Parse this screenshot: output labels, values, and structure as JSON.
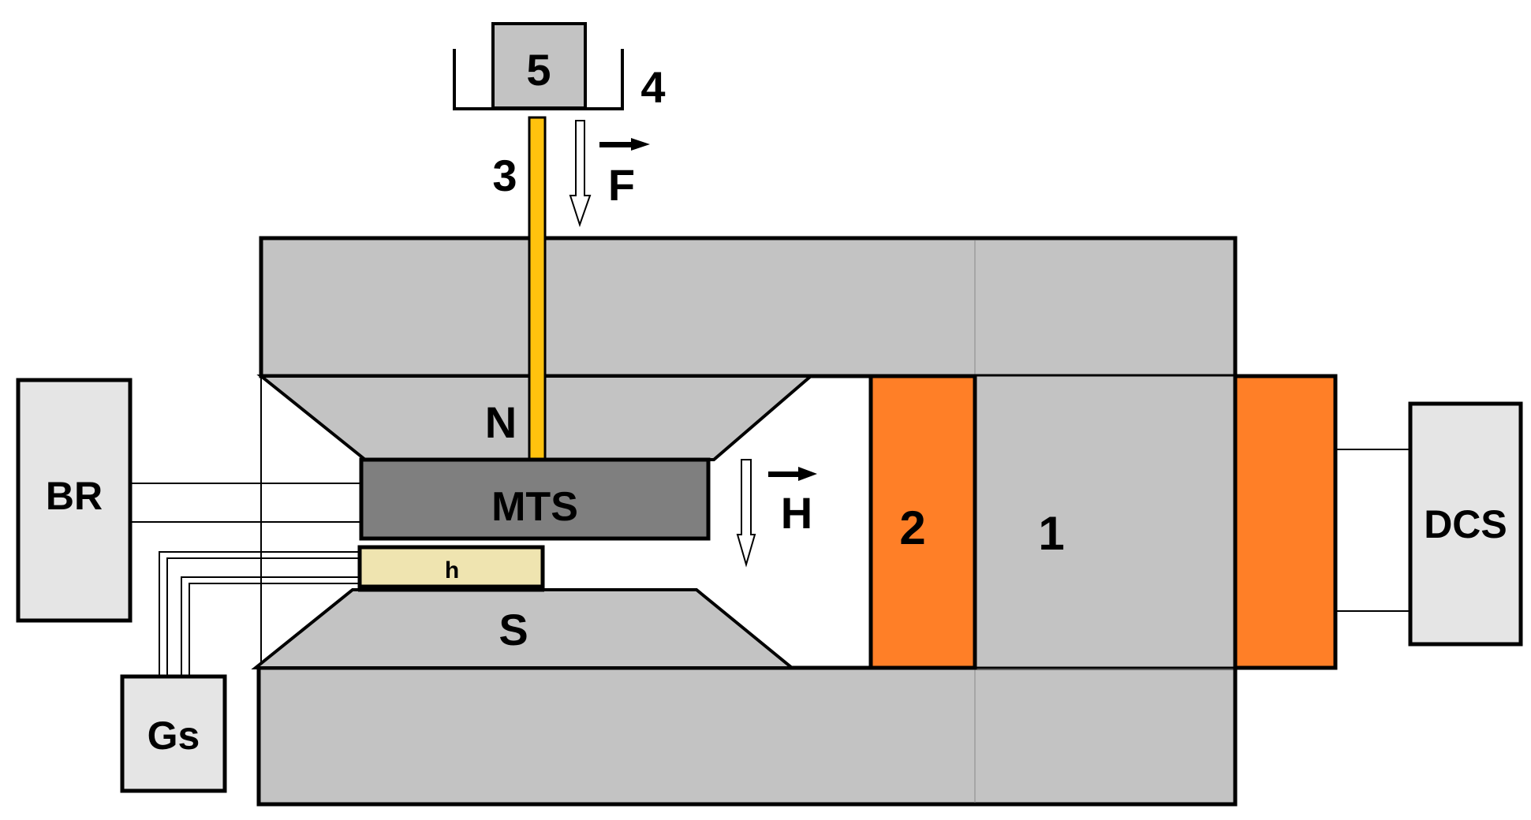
{
  "labels": {
    "load": "5",
    "cup": "4",
    "rod": "3",
    "force": "F",
    "field": "H",
    "coil": "2",
    "yoke": "1",
    "north_pole": "N",
    "south_pole": "S",
    "sample": "MTS",
    "spacer": "h",
    "bridge": "BR",
    "gaussmeter": "Gs",
    "dc_source": "DCS"
  },
  "colors": {
    "yoke": "#c3c3c3",
    "sample": "#7f7f7f",
    "coil": "#ff7f27",
    "rod": "#ffc20e",
    "spacer": "#efe4b0",
    "box": "#e5e5e5",
    "outline": "#000000"
  },
  "icons": {
    "force_arrow": "down-arrow-outline",
    "field_arrow": "down-arrow-outline",
    "vector_mark": "right-arrow-overbar"
  }
}
